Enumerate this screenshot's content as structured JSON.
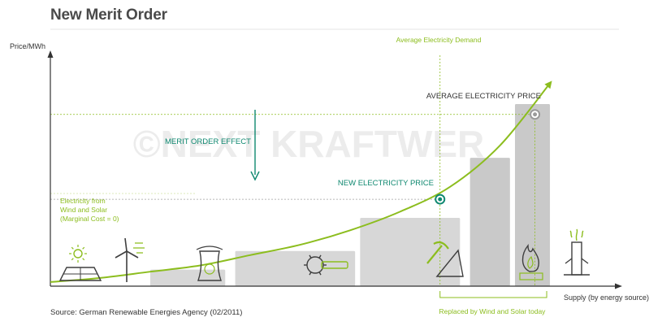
{
  "page": {
    "title": "New Merit Order",
    "source": "Source: German Renewable Energies Agency (02/2011)",
    "watermark": "©NEXT KRAFTWER"
  },
  "chart_data": {
    "type": "bar",
    "title": "New Merit Order",
    "ylabel": "Price/MWh",
    "xlabel": "Supply (by energy source)",
    "categories": [
      "Wind and Solar",
      "Nuclear",
      "Lignite",
      "Hard Coal",
      "Gas",
      "Oil"
    ],
    "icons": [
      "solar-wind-icon",
      "nuclear-icon",
      "lignite-excavator-icon",
      "coal-mining-icon",
      "gas-flame-icon",
      "oil-rig-icon"
    ],
    "bars": [
      {
        "x0": 0,
        "x1": 0.17,
        "value": 0
      },
      {
        "x0": 0.2,
        "x1": 0.35,
        "value": 0.08
      },
      {
        "x0": 0.37,
        "x1": 0.61,
        "value": 0.17
      },
      {
        "x0": 0.62,
        "x1": 0.82,
        "value": 0.33
      },
      {
        "x0": 0.84,
        "x1": 0.92,
        "value": 0.62
      },
      {
        "x0": 0.93,
        "x1": 1.0,
        "value": 0.88
      }
    ],
    "curve": [
      [
        0,
        0.02
      ],
      [
        0.1,
        0.04
      ],
      [
        0.2,
        0.07
      ],
      [
        0.3,
        0.1
      ],
      [
        0.4,
        0.15
      ],
      [
        0.5,
        0.2
      ],
      [
        0.6,
        0.27
      ],
      [
        0.7,
        0.36
      ],
      [
        0.8,
        0.48
      ],
      [
        0.9,
        0.68
      ],
      [
        1.0,
        0.98
      ]
    ],
    "xlim": [
      0,
      1.13
    ],
    "ylim": [
      0,
      1.1
    ],
    "average_demand": {
      "x": 0.78,
      "label": "Average Electricity Demand"
    },
    "average_price": {
      "x": 0.97,
      "y": 0.83,
      "label": "AVERAGE ELECTRICITY PRICE"
    },
    "new_price": {
      "x": 0.78,
      "y": 0.42,
      "label": "NEW ELECTRICITY PRICE"
    },
    "annotations": {
      "merit_effect": "MERIT ORDER EFFECT",
      "renewables_line1": "Electricity from",
      "renewables_line2": "Wind and Solar",
      "renewables_line3": "(Marginal Cost = 0)",
      "replaced": "Replaced by Wind and Solar today"
    },
    "colors": {
      "accent_green": "#8cbd1e",
      "teal": "#0f8870",
      "bar_grey": "#d7d7d7",
      "bar_grey_dark": "#c9c9c9",
      "axis": "#333333",
      "icon": "#3f3f3f"
    }
  }
}
